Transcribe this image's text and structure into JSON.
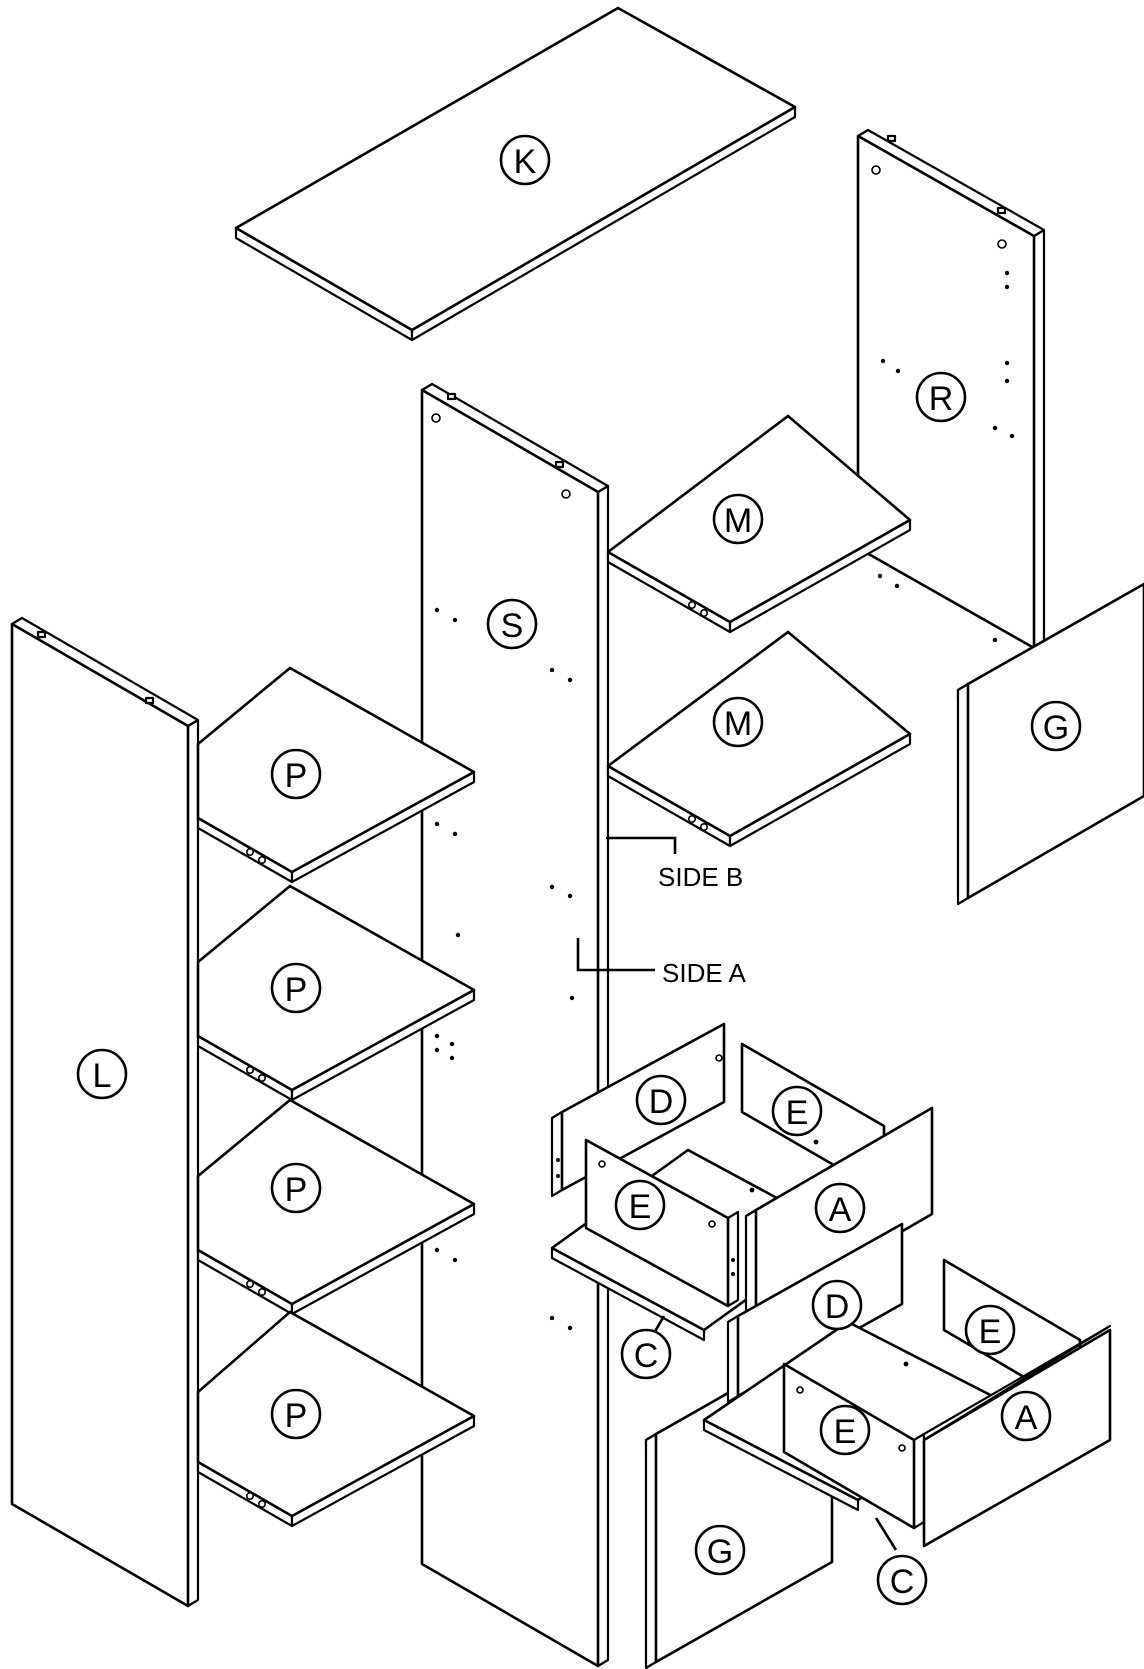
{
  "labels": {
    "K": "K",
    "R": "R",
    "S": "S",
    "L": "L",
    "M": "M",
    "P": "P",
    "G": "G",
    "D": "D",
    "E": "E",
    "A": "A",
    "C": "C"
  },
  "annotations": {
    "side_b": "SIDE B",
    "side_a": "SIDE A"
  }
}
